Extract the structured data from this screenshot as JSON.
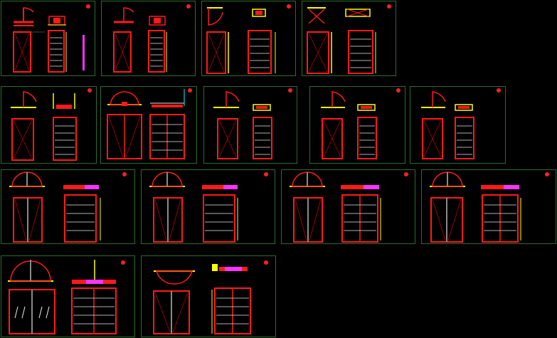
{
  "drawing": {
    "background": "#000000",
    "colors": {
      "frame": "#2e6b2e",
      "door": "#ff1a1a",
      "yellow": "#ffff00",
      "white": "#e8e8e8",
      "grey": "#8a8a8a",
      "magenta": "#ff33ff",
      "cyan": "#00ffff",
      "badge": "#ff2020"
    },
    "sheets": [
      {
        "id": "s1",
        "door": "single",
        "plan": "swing",
        "accent": "magenta-bar"
      },
      {
        "id": "s2",
        "door": "single",
        "plan": "swing",
        "accent": "none"
      },
      {
        "id": "s3",
        "door": "single",
        "plan": "swing-yellow",
        "accent": "yellow-jamb"
      },
      {
        "id": "s4",
        "door": "single",
        "plan": "swing-x",
        "accent": "yellow-jamb"
      },
      {
        "id": "s5",
        "door": "single",
        "plan": "swing-yellow",
        "accent": "yellow-jamb"
      },
      {
        "id": "s6",
        "door": "double",
        "plan": "double-swing",
        "accent": "cyan-dim"
      },
      {
        "id": "s7",
        "door": "single",
        "plan": "swing",
        "accent": "none"
      },
      {
        "id": "s8",
        "door": "single",
        "plan": "swing",
        "accent": "none"
      },
      {
        "id": "s9",
        "door": "single",
        "plan": "swing",
        "accent": "none"
      },
      {
        "id": "s10",
        "door": "double",
        "plan": "double-swing",
        "accent": "magenta-head"
      },
      {
        "id": "s11",
        "door": "double",
        "plan": "double-swing",
        "accent": "magenta-head"
      },
      {
        "id": "s12",
        "door": "double",
        "plan": "double-swing",
        "accent": "magenta-head"
      },
      {
        "id": "s13",
        "door": "double",
        "plan": "double-swing",
        "accent": "magenta-head"
      },
      {
        "id": "s14",
        "door": "double-glazed",
        "plan": "double-swing-large",
        "accent": "magenta-head"
      },
      {
        "id": "s15",
        "door": "double",
        "plan": "double-swing",
        "accent": "magenta-head"
      }
    ]
  }
}
